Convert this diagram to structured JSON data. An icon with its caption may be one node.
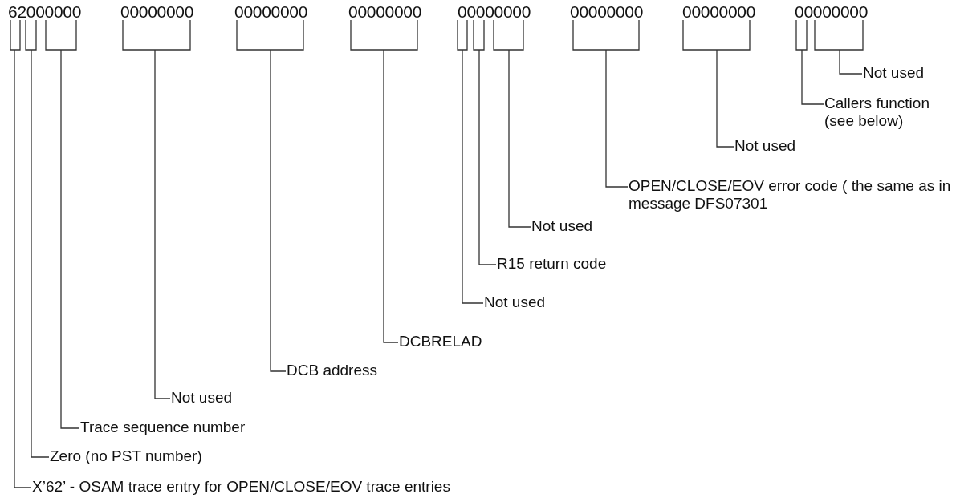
{
  "diagram": {
    "nodes": [
      {
        "text": [],
        "shape": "bracket"
      },
      {
        "text": [],
        "shape": "bracket"
      },
      {
        "text": [],
        "shape": "bracket"
      },
      {
        "text": [],
        "shape": "bracket"
      },
      {
        "text": [],
        "shape": "bracket"
      },
      {
        "text": [],
        "shape": "bracket"
      },
      {
        "text": [],
        "shape": "bracket"
      },
      {
        "text": [],
        "shape": "bracket"
      },
      {
        "text": [],
        "shape": "bracket"
      },
      {
        "text": [],
        "shape": "bracket"
      },
      {
        "text": [],
        "shape": "bracket"
      },
      {
        "text": [],
        "shape": "bracket"
      },
      {
        "text": [],
        "shape": "bracket"
      },
      {
        "text": [
          "Not used"
        ]
      },
      {
        "text": [
          "Callers function (see below)"
        ]
      },
      {
        "text": [
          "Not used"
        ]
      },
      {
        "text": [
          "OPEN/CLOSE/EOV error code ( the same as in message DFS07301"
        ]
      },
      {
        "text": [
          "Not used"
        ]
      },
      {
        "text": [
          "R15 return code"
        ]
      },
      {
        "text": [
          "Not used"
        ]
      },
      {
        "text": [
          "DCBRELAD"
        ]
      },
      {
        "text": [
          "DCB address"
        ]
      },
      {
        "text": [
          "Not used"
        ]
      },
      {
        "text": [
          "Trace sequence number"
        ]
      },
      {
        "text": [
          "Zero (no PST number)"
        ]
      },
      {
        "text": [
          "X’62’ - OSAM trace entry for OPEN/CLOSE/EOV trace entries"
        ]
      }
    ],
    "edges": [
      {
        "from": 13,
        "to": 12,
        "arrow": "none"
      },
      {
        "from": 14,
        "to": 11,
        "arrow": "none"
      },
      {
        "from": 15,
        "to": 10,
        "arrow": "none"
      },
      {
        "from": 16,
        "to": 9,
        "arrow": "none"
      },
      {
        "from": 17,
        "to": 8,
        "arrow": "none"
      },
      {
        "from": 18,
        "to": 7,
        "arrow": "none"
      },
      {
        "from": 19,
        "to": 6,
        "arrow": "none"
      },
      {
        "from": 20,
        "to": 5,
        "arrow": "none"
      },
      {
        "from": 21,
        "to": 4,
        "arrow": "none"
      },
      {
        "from": 22,
        "to": 3,
        "arrow": "none"
      },
      {
        "from": 23,
        "to": 2,
        "arrow": "none"
      },
      {
        "from": 24,
        "to": 1,
        "arrow": "none"
      },
      {
        "from": 25,
        "to": 0,
        "arrow": "none"
      }
    ],
    "labels": [
      "62000000",
      "00000000",
      "00000000",
      "00000000",
      "00000000",
      "00000000",
      "00000000",
      "00000000"
    ]
  }
}
